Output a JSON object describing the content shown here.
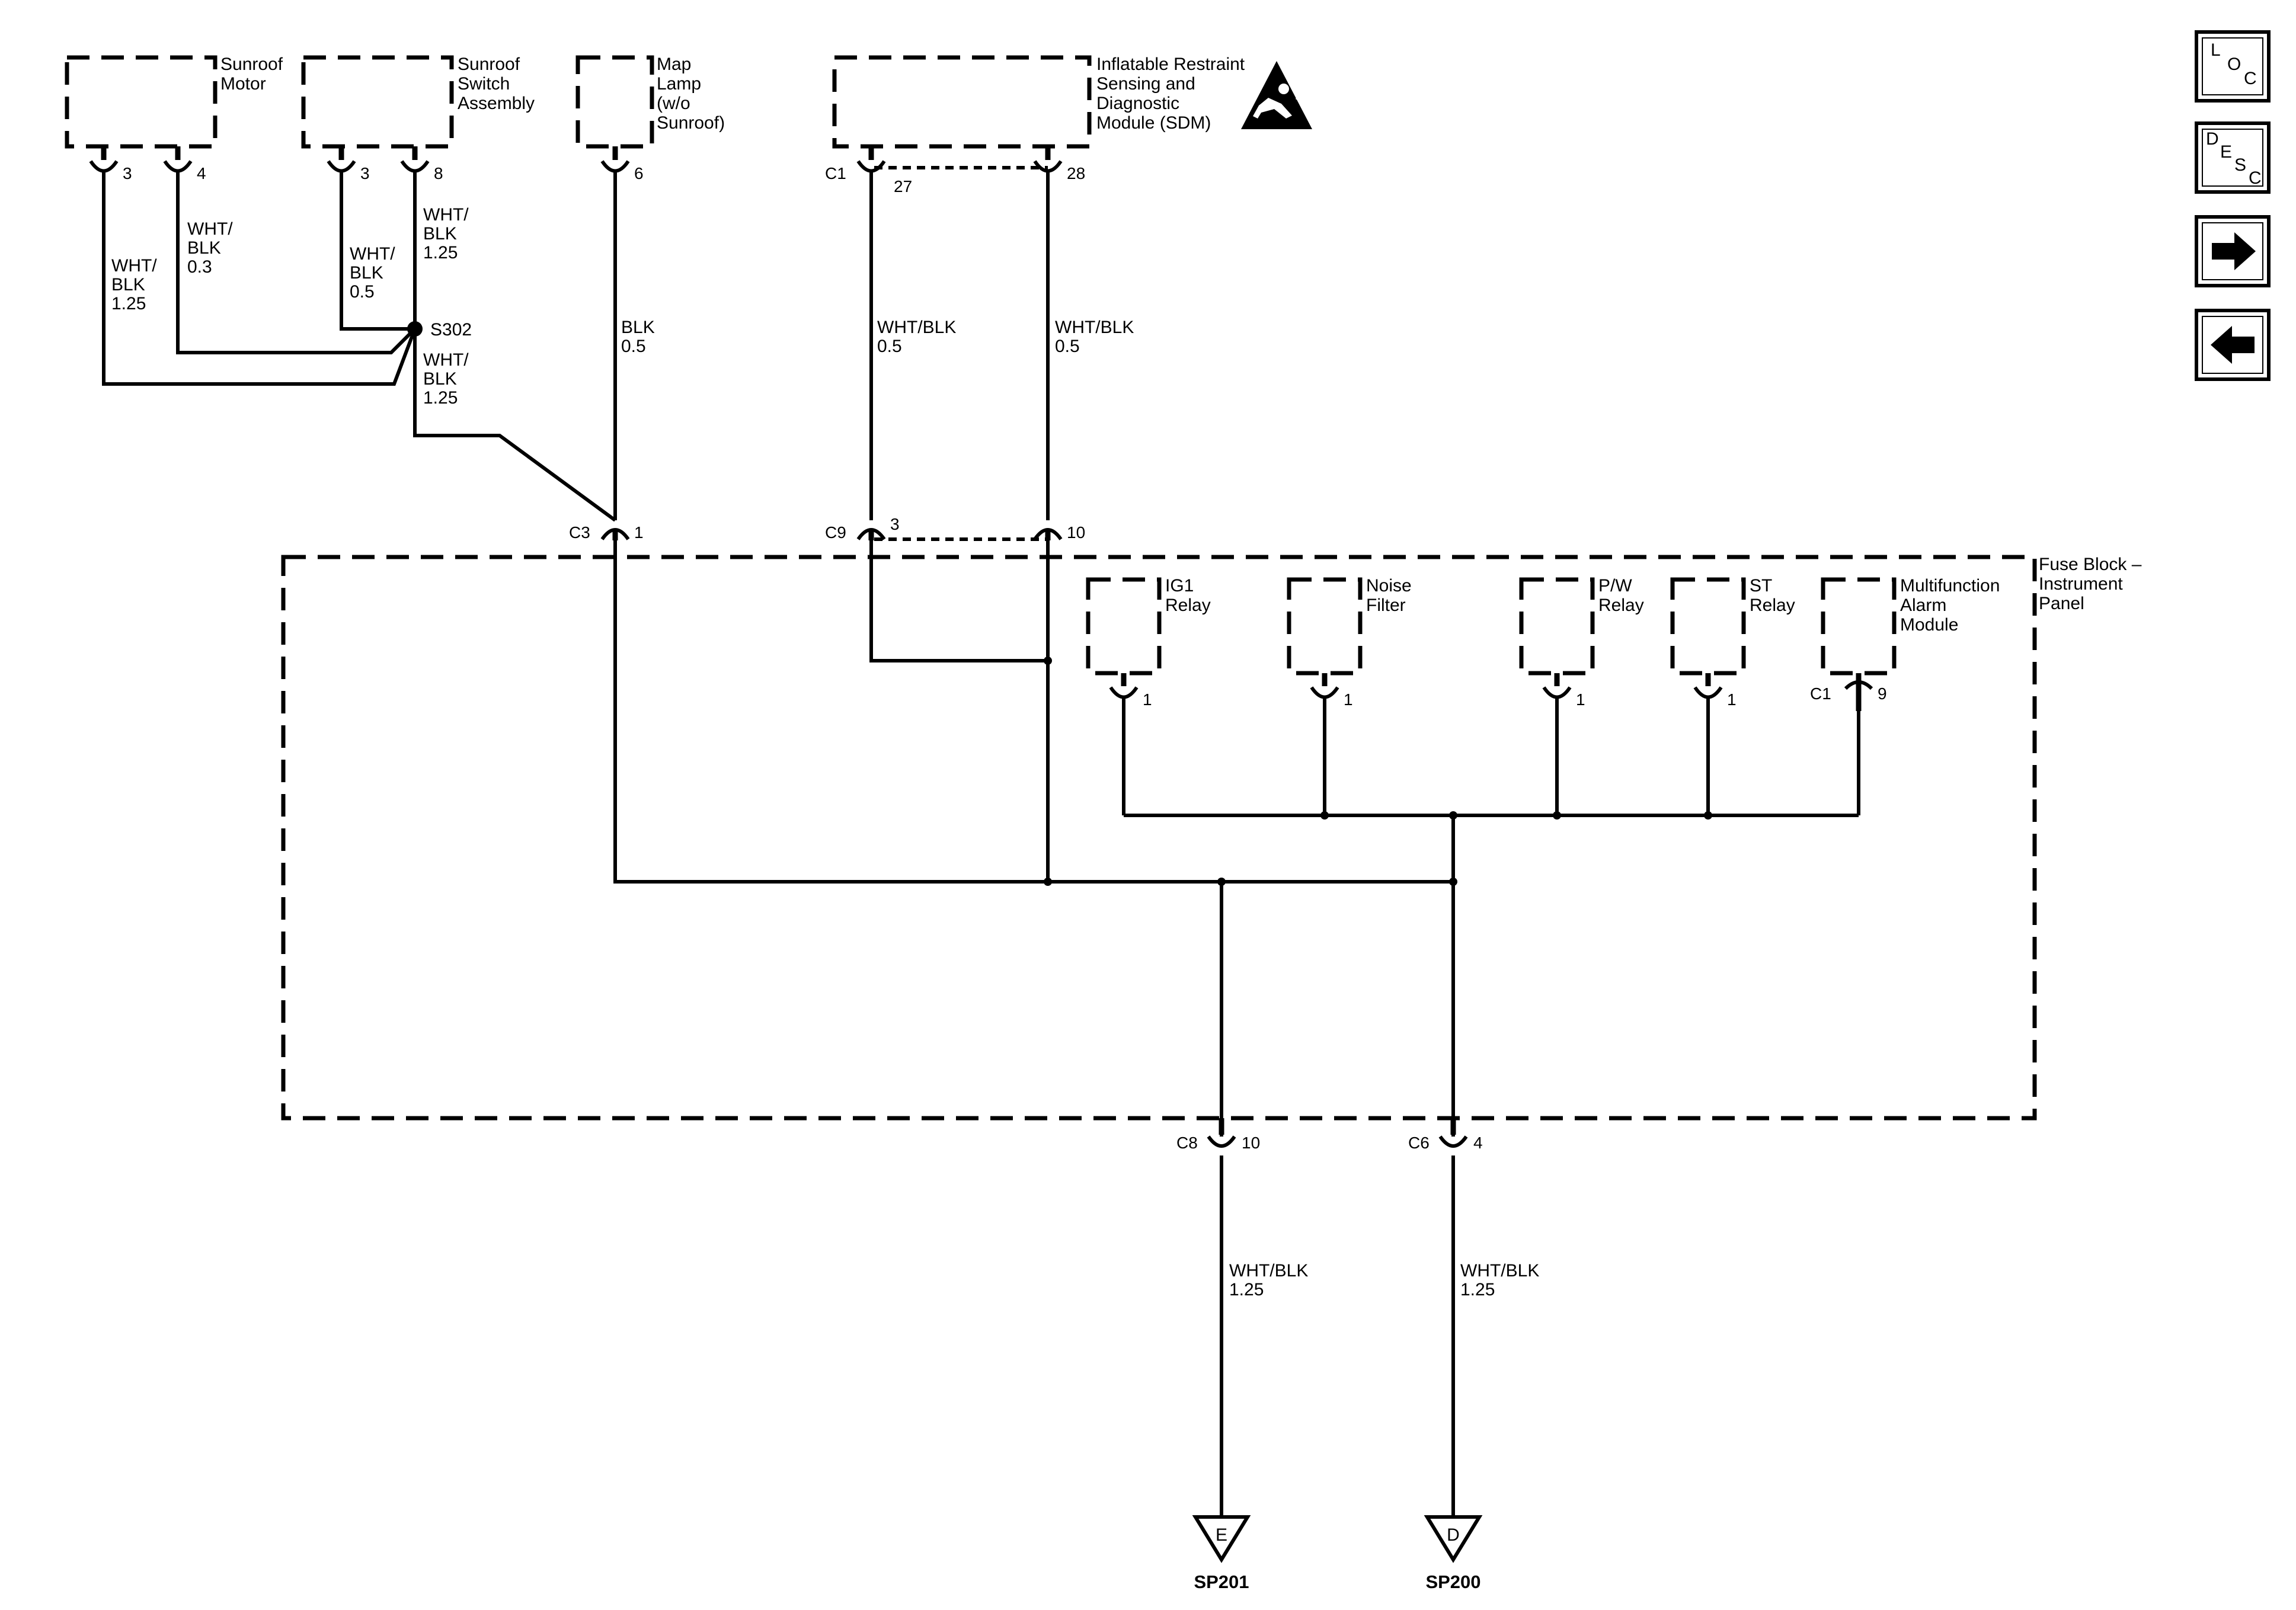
{
  "components": {
    "sunroof_motor": [
      "Sunroof",
      "Motor"
    ],
    "sunroof_switch": [
      "Sunroof",
      "Switch",
      "Assembly"
    ],
    "map_lamp": [
      "Map",
      "Lamp",
      "(w/o",
      "Sunroof)"
    ],
    "sdm": [
      "Inflatable Restraint",
      "Sensing and",
      "Diagnostic",
      "Module (SDM)"
    ],
    "fuse_block": [
      "Fuse Block –",
      "Instrument",
      "Panel"
    ],
    "ig1_relay": [
      "IG1",
      "Relay"
    ],
    "noise_filter": [
      "Noise",
      "Filter"
    ],
    "pw_relay": [
      "P/W",
      "Relay"
    ],
    "st_relay": [
      "ST",
      "Relay"
    ],
    "alarm_module": [
      "Multifunction",
      "Alarm",
      "Module"
    ]
  },
  "pins": {
    "motor_3": "3",
    "motor_4": "4",
    "switch_3": "3",
    "switch_8": "8",
    "lamp_6": "6",
    "sdm_conn": "C1",
    "sdm_27": "27",
    "sdm_28": "28",
    "c3_conn": "C3",
    "c3_1": "1",
    "c9_conn": "C9",
    "c9_3": "3",
    "c9_10": "10",
    "ig1_1": "1",
    "noise_1": "1",
    "pw_1": "1",
    "st_1": "1",
    "alarm_conn": "C1",
    "alarm_9": "9",
    "c8_conn": "C8",
    "c8_10": "10",
    "c6_conn": "C6",
    "c6_4": "4"
  },
  "wires": {
    "motor3": [
      "WHT/",
      "BLK",
      "1.25"
    ],
    "motor4": [
      "WHT/",
      "BLK",
      "0.3"
    ],
    "switch3": [
      "WHT/",
      "BLK",
      "0.5"
    ],
    "switch8": [
      "WHT/",
      "BLK",
      "1.25"
    ],
    "s302_out": [
      "WHT/",
      "BLK",
      "1.25"
    ],
    "lamp": [
      "BLK",
      "0.5"
    ],
    "sdm27": [
      "WHT/BLK",
      "0.5"
    ],
    "sdm28": [
      "WHT/BLK",
      "0.5"
    ],
    "c8": [
      "WHT/BLK",
      "1.25"
    ],
    "c6": [
      "WHT/BLK",
      "1.25"
    ]
  },
  "splice": {
    "s302": "S302"
  },
  "grounds": {
    "e": {
      "letter": "E",
      "label": "SP201"
    },
    "d": {
      "letter": "D",
      "label": "SP200"
    }
  },
  "nav": {
    "loc": [
      "L",
      "O",
      "C"
    ],
    "desc": [
      "D",
      "E",
      "S",
      "C"
    ],
    "next": "→",
    "prev": "←"
  }
}
